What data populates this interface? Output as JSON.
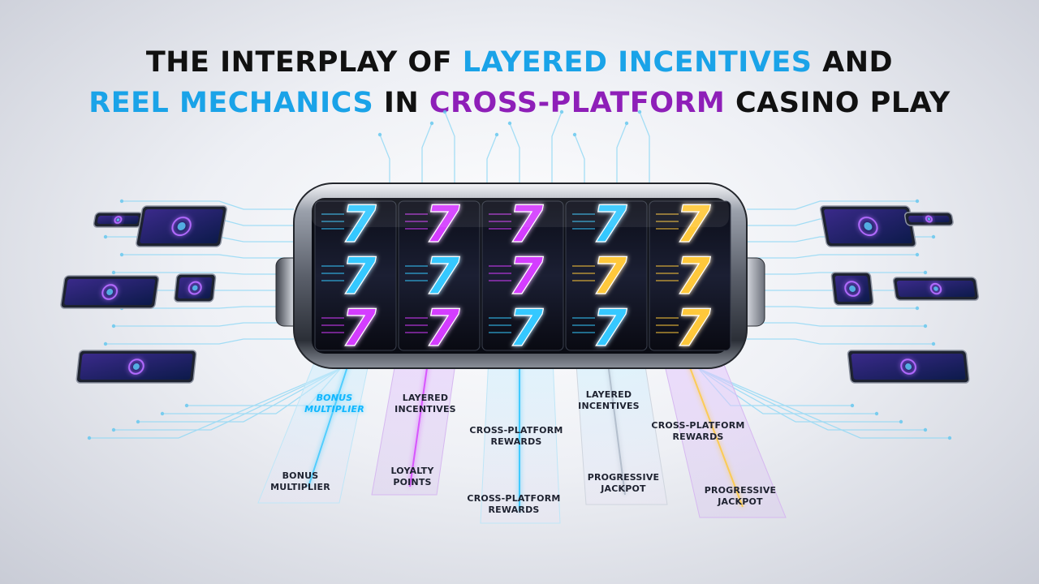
{
  "title": {
    "line1": [
      {
        "text": "THE INTERPLAY OF ",
        "color": "dark"
      },
      {
        "text": "LAYERED INCENTIVES",
        "color": "blue"
      },
      {
        "text": " AND",
        "color": "dark"
      }
    ],
    "line2": [
      {
        "text": "REEL MECHANICS",
        "color": "blue"
      },
      {
        "text": " IN ",
        "color": "dark"
      },
      {
        "text": "CROSS-PLATFORM",
        "color": "purple"
      },
      {
        "text": " CASINO PLAY",
        "color": "dark"
      }
    ]
  },
  "colors": {
    "blue": "#1aa3e8",
    "purple": "#8e1fb8",
    "cyan_glow": "#35c8ff",
    "magenta_glow": "#d43cff",
    "gold_glow": "#ffc83a"
  },
  "reels": [
    {
      "symbols": [
        "7",
        "7",
        "7"
      ],
      "colors": [
        "cyan",
        "cyan",
        "purple"
      ]
    },
    {
      "symbols": [
        "7",
        "7",
        "7"
      ],
      "colors": [
        "magenta",
        "cyan",
        "magenta"
      ]
    },
    {
      "symbols": [
        "7",
        "7",
        "7"
      ],
      "colors": [
        "magenta",
        "magenta",
        "cyan"
      ]
    },
    {
      "symbols": [
        "7",
        "7",
        "7"
      ],
      "colors": [
        "cyan",
        "gold",
        "cyan"
      ]
    },
    {
      "symbols": [
        "7",
        "7",
        "7"
      ],
      "colors": [
        "gold",
        "gold",
        "gold"
      ]
    }
  ],
  "ribbons": {
    "r1_top": "Bonus\nMultiplier",
    "r1_bottom": "Bonus\nMultiplier",
    "r2_top": "Layered\nIncentives",
    "r2_bottom": "Loyalty\nPoints",
    "r3_top": "Cross-Platform\nRewards",
    "r3_bottom": "Cross-Platform\nRewards",
    "r4_top": "Layered\nIncentives",
    "r4_bottom": "Progressive\nJackpot",
    "r5_top": "Cross-Platform\nRewards",
    "r5_bottom": "Progressive\nJackpot"
  },
  "devices": {
    "left": [
      "phone",
      "tablet",
      "tablet",
      "phone",
      "tablet"
    ],
    "right": [
      "tablet",
      "phone",
      "phone",
      "tablet",
      "tablet"
    ],
    "screen_icons": [
      "shield-icon",
      "target-icon",
      "chip-icon",
      "fingerprint-icon",
      "coin-icon"
    ]
  }
}
